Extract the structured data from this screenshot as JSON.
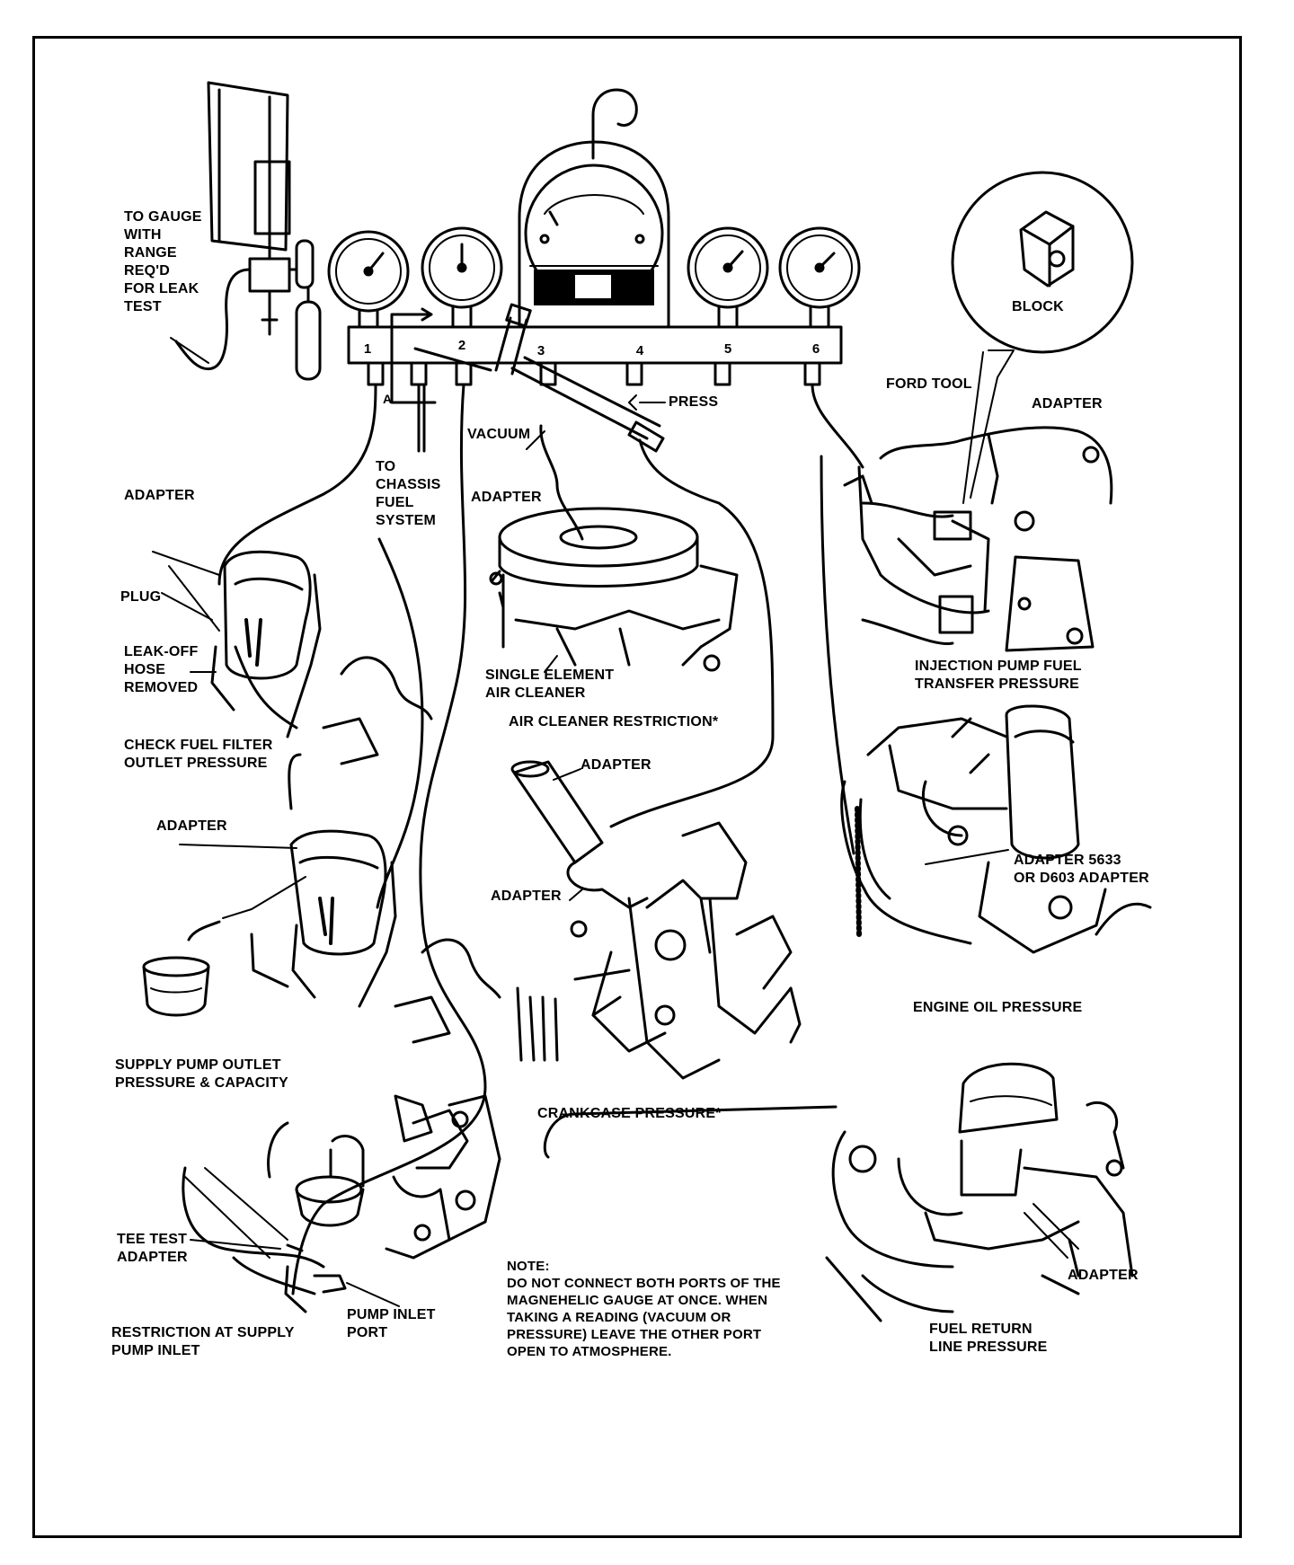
{
  "ports": [
    "1",
    "2",
    "3",
    "4",
    "5",
    "6"
  ],
  "labels": {
    "gauge_range": "TO GAUGE\nWITH\nRANGE\nREQ'D\nFOR LEAK\nTEST",
    "a_marker": "A",
    "adapter_1": "ADAPTER",
    "plug": "PLUG",
    "leak_off": "LEAK-OFF\nHOSE\nREMOVED",
    "check_fuel_filter": "CHECK FUEL FILTER\nOUTLET PRESSURE",
    "to_chassis": "TO\nCHASSIS\nFUEL\nSYSTEM",
    "vacuum": "VACUUM",
    "adapter_2": "ADAPTER",
    "press": "PRESS",
    "single_element": "SINGLE ELEMENT\nAIR CLEANER",
    "air_cleaner_restriction": "AIR CLEANER RESTRICTION*",
    "ford_tool": "FORD TOOL",
    "adapter_3": "ADAPTER",
    "block": "BLOCK",
    "injection_pump": "INJECTION PUMP FUEL\nTRANSFER PRESSURE",
    "adapter_4": "ADAPTER",
    "adapter_5": "ADAPTER",
    "adapter_6": "ADAPTER",
    "adapter_5633": "ADAPTER 5633\nOR D603 ADAPTER",
    "engine_oil": "ENGINE OIL PRESSURE",
    "supply_pump_outlet": "SUPPLY PUMP OUTLET\nPRESSURE & CAPACITY",
    "crankcase": "CRANKCASE PRESSURE*",
    "tee_test": "TEE TEST\nADAPTER",
    "pump_inlet_port": "PUMP INLET\nPORT",
    "restriction_supply": "RESTRICTION AT SUPPLY\nPUMP INLET",
    "note": "NOTE:\nDO NOT CONNECT BOTH PORTS OF THE\nMAGNEHELIC GAUGE AT ONCE. WHEN\nTAKING A READING (VACUUM OR\nPRESSURE) LEAVE THE OTHER PORT\nOPEN TO ATMOSPHERE.",
    "adapter_7": "ADAPTER",
    "fuel_return": "FUEL RETURN\nLINE PRESSURE"
  }
}
